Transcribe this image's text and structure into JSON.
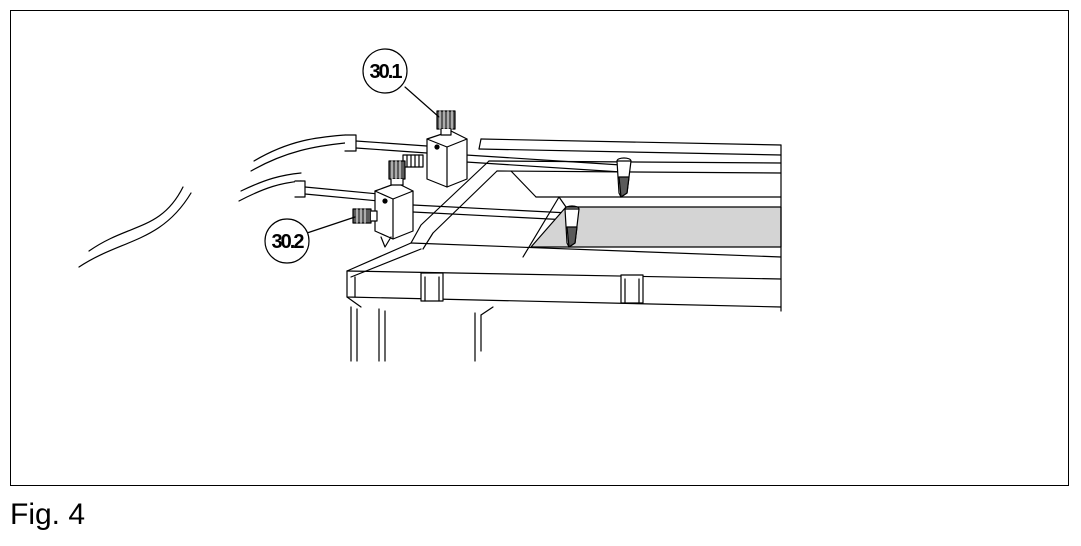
{
  "figure": {
    "caption": "Fig. 4",
    "callouts": [
      {
        "id": "30.1",
        "label": "30.1"
      },
      {
        "id": "30.2",
        "label": "30.2"
      }
    ]
  },
  "colors": {
    "line": "#000000",
    "fill": "#ffffff",
    "shade": "#d4d4d4",
    "knob": "#5a5a5a"
  }
}
